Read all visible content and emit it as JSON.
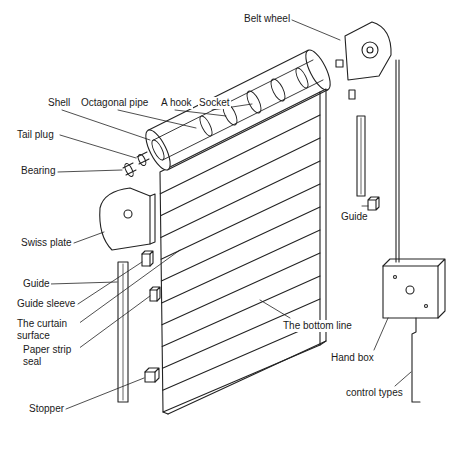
{
  "diagram": {
    "labels": [
      "Belt wheel",
      "Shell",
      "Octagonal pipe",
      "A hook",
      "Socket",
      "Tail plug",
      "Bearing",
      "Guide",
      "Swiss plate",
      "Guide",
      "Guide sleeve",
      "The curtain surface",
      "Paper strip seal",
      "The bottom line",
      "Hand box",
      "Stopper",
      "control types"
    ]
  }
}
